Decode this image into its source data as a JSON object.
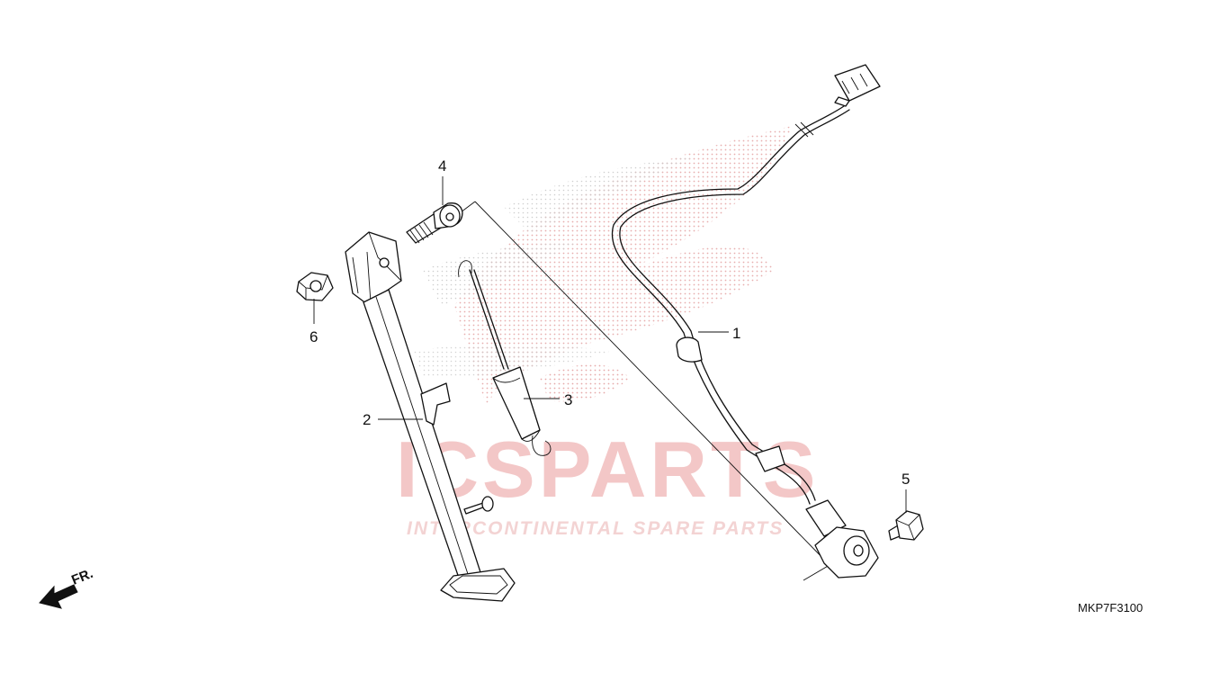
{
  "diagram_code": "MKP7F3100",
  "watermark": {
    "brand": "ICSPARTS",
    "tagline": "INTERCONTINENTAL SPARE PARTS"
  },
  "direction_label": "FR.",
  "callouts": [
    {
      "id": "1",
      "label": "1",
      "part": "side-stand-switch"
    },
    {
      "id": "2",
      "label": "2",
      "part": "side-stand"
    },
    {
      "id": "3",
      "label": "3",
      "part": "side-stand-spring"
    },
    {
      "id": "4",
      "label": "4",
      "part": "pivot-bolt"
    },
    {
      "id": "5",
      "label": "5",
      "part": "switch-bolt"
    },
    {
      "id": "6",
      "label": "6",
      "part": "lock-nut"
    }
  ],
  "colors": {
    "line": "#111111",
    "watermark": "#f3c7c7",
    "wing_dots": "#e8a9a9"
  }
}
